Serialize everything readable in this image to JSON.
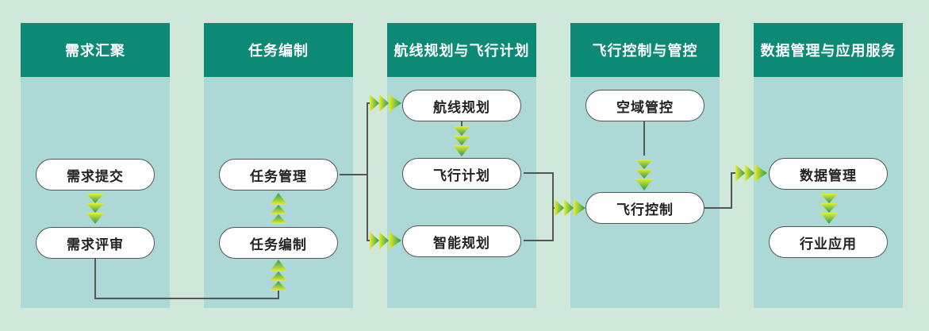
{
  "lanes": [
    {
      "title": "需求汇聚"
    },
    {
      "title": "任务编制"
    },
    {
      "title": "航线规划与飞行计划"
    },
    {
      "title": "飞行控制与管控"
    },
    {
      "title": "数据管理与应用服务"
    }
  ],
  "nodes": {
    "demand_submit": "需求提交",
    "demand_review": "需求评审",
    "task_manage": "任务管理",
    "task_compile": "任务编制",
    "route_plan": "航线规划",
    "flight_plan": "飞行计划",
    "smart_plan": "智能规划",
    "airspace_control": "空域管控",
    "flight_control": "飞行控制",
    "data_manage": "数据管理",
    "industry_app": "行业应用"
  },
  "colors": {
    "background": "#cfe8d9",
    "lane": "#acd9d6",
    "header": "#0d8a75",
    "connector": "#555555",
    "arrow_yellow": "#e8ee2a",
    "arrow_green": "#2a9a55"
  }
}
